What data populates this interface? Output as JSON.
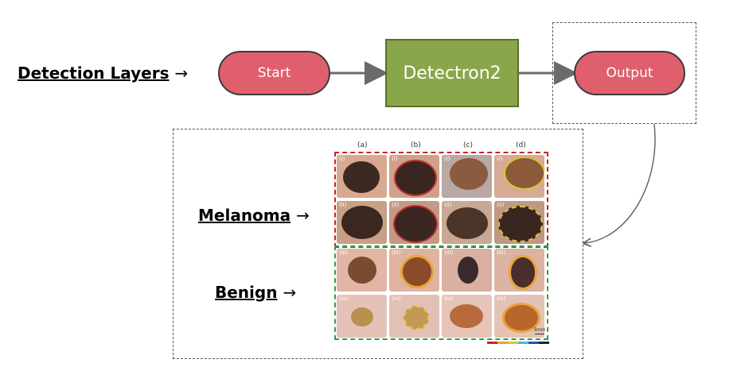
{
  "labels": {
    "detection_layers": "Detection Layers",
    "melanoma": "Melanoma",
    "benign": "Benign",
    "arrow": "→"
  },
  "flow": {
    "start": "Start",
    "model": "Detectron2",
    "output": "Output"
  },
  "figure": {
    "columns": [
      "(a)",
      "(b)",
      "(c)",
      "(d)"
    ],
    "rows": [
      "(i)",
      "(ii)",
      "(iii)",
      "(iv)"
    ],
    "scale_bar": "3mm"
  },
  "colors": {
    "pill": "#e05f6c",
    "model": "#8aa64a",
    "melanoma_box": "#cc2222",
    "benign_box": "#2e9e4a"
  }
}
